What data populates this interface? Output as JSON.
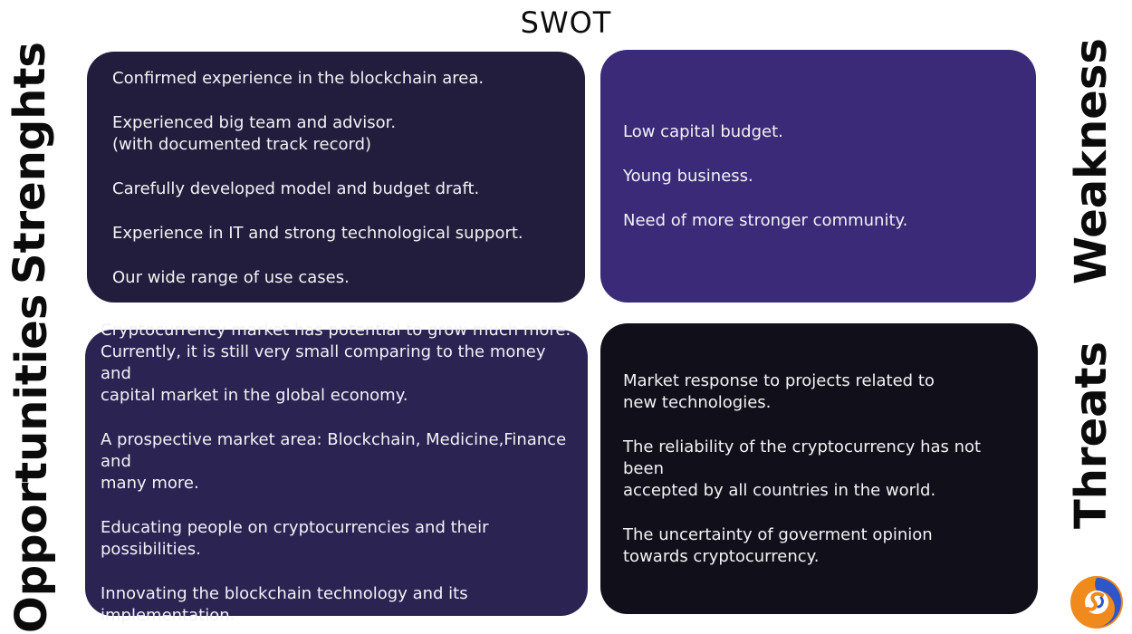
{
  "title": "SWOT",
  "labels": {
    "strengths": "Strenghts",
    "weakness": "Weakness",
    "opportunities": "Opportunities",
    "threats": "Threats"
  },
  "strengths": [
    "Confirmed experience in the blockchain area.",
    "Experienced big team and advisor.\n(with documented track record)",
    "Carefully developed model and budget draft.",
    "Experience in IT and strong technological support.",
    "Our wide range of use cases."
  ],
  "weakness": [
    "Low capital budget.",
    "Young business.",
    "Need of more stronger community."
  ],
  "opportunities": [
    "Cryptocurrency market has potential to grow much more.\nCurrently, it is still very small comparing to the money and\ncapital market in the global economy.",
    "A prospective market area: Blockchain, Medicine,Finance and\nmany more.",
    "Educating people on cryptocurrencies and their possibilities.",
    "Innovating the blockchain technology and its implementation."
  ],
  "threats": [
    "Market response to projects related to\nnew technologies.",
    "The reliability of the cryptocurrency has not been\naccepted by all countries in the world.",
    "The uncertainty of goverment opinion\ntowards cryptocurrency."
  ],
  "colors": {
    "strengths_box": "#221d3c",
    "weakness_box": "#3a2a78",
    "opportunities_box": "#2b2352",
    "threats_box": "#11101a",
    "logo_orange": "#f08a1c",
    "logo_blue": "#2f56c8"
  },
  "logo_icon": "swirl-logo-icon"
}
